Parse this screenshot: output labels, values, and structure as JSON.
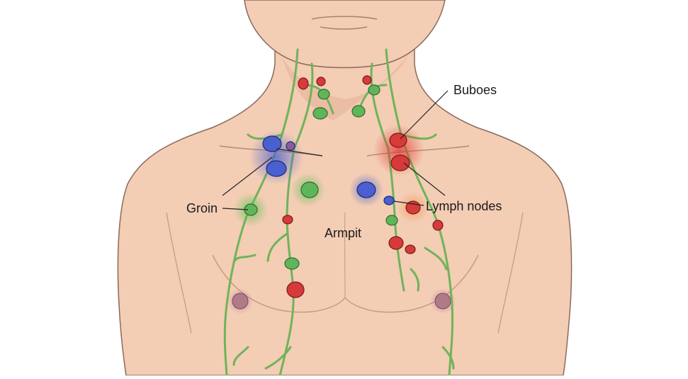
{
  "labels": {
    "buboes": "Buboes",
    "groin": "Groin",
    "lymph_nodes": "Lymph nodes",
    "armpit": "Armpit"
  },
  "colors": {
    "skin": "#f3cdb4",
    "skin_shadow": "#dea489",
    "outline": "#8a6a5c",
    "vessel": "#6fb35a",
    "vessel_dark": "#3c7a32",
    "node_green": "#5fb65a",
    "node_red": "#d63a3a",
    "node_blue": "#4a5fd0",
    "node_purple": "#9a5a9a",
    "glow_orange": "#f49a55"
  }
}
